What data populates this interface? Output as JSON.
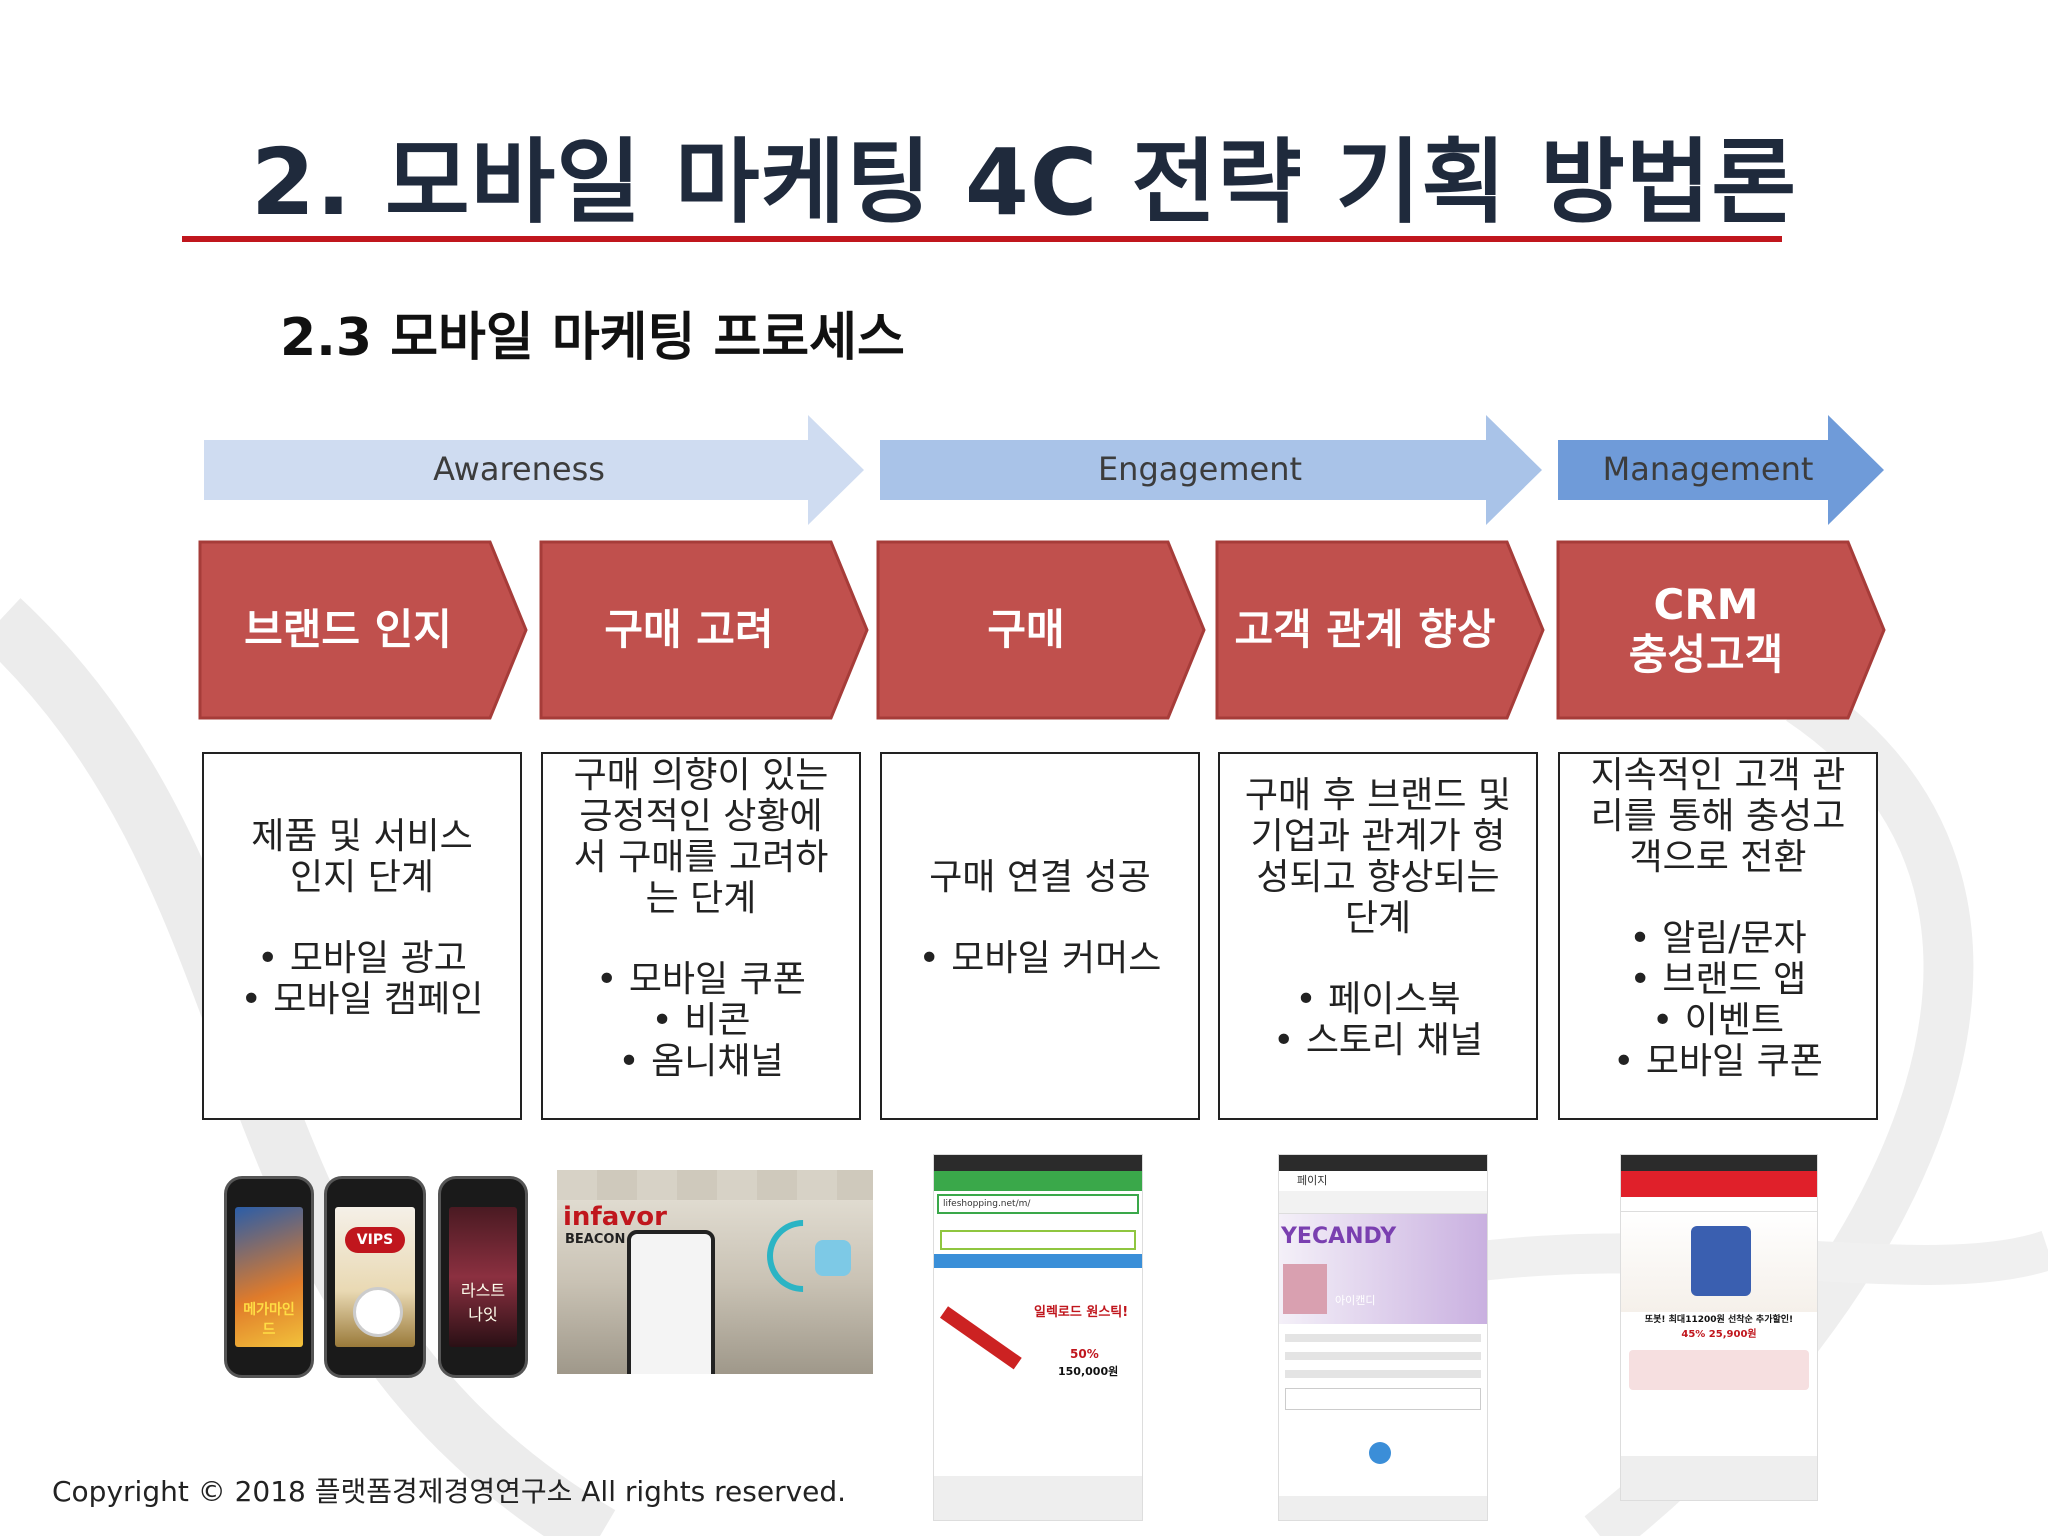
{
  "title": "2. 모바일 마케팅 4C 전략 기획 방법론",
  "subtitle": "2.3 모바일 마케팅 프로세스",
  "stages": [
    {
      "label": "Awareness",
      "color": "#cfdcf1"
    },
    {
      "label": "Engagement",
      "color": "#a9c3e8"
    },
    {
      "label": "Management",
      "color": "#6f9bd9"
    }
  ],
  "steps": [
    {
      "label": "브랜드 인지"
    },
    {
      "label": "구매 고려"
    },
    {
      "label": "구매"
    },
    {
      "label": "고객 관계 향상"
    },
    {
      "label": "CRM\n충성고객"
    }
  ],
  "step_color": "#c0504d",
  "descriptions": [
    {
      "main": "제품 및 서비스\n인지 단계",
      "bullets": [
        "모바일 광고",
        "모바일 캠페인"
      ]
    },
    {
      "main": "구매 의향이 있는\n긍정적인 상황에\n서 구매를 고려하\n는 단계",
      "bullets": [
        "모바일 쿠폰",
        "비콘",
        "옴니채널"
      ]
    },
    {
      "main": "구매 연결 성공",
      "bullets": [
        "모바일 커머스"
      ]
    },
    {
      "main": "구매 후 브랜드 및\n기업과 관계가 형\n성되고 향상되는\n단계",
      "bullets": [
        "페이스북",
        "스토리 채널"
      ]
    },
    {
      "main": "지속적인 고객 관\n리를 통해 충성고\n객으로 전환",
      "bullets": [
        "알림/문자",
        "브랜드 앱",
        "이벤트",
        "모바일 쿠폰"
      ]
    }
  ],
  "thumbnails": {
    "phones": [
      "메가마인드",
      "VIPS",
      "라스트 나잇"
    ],
    "beacon": [
      "infavor",
      "BEACON"
    ],
    "shopping": {
      "url": "lifeshopping.net/m/",
      "headline": "일렉로드 원스틱!",
      "price": "150,000원",
      "discount": "50%"
    },
    "facebook": {
      "page": "페이지",
      "brand": "YECANDY",
      "name": "아이캔디"
    },
    "wemakeprice": {
      "headline": "또봇! 최대11200원 선착순 추가할인!",
      "price": "45% 25,900원"
    }
  },
  "copyright": "Copyright © 2018 플랫폼경제경영연구소 All rights reserved."
}
